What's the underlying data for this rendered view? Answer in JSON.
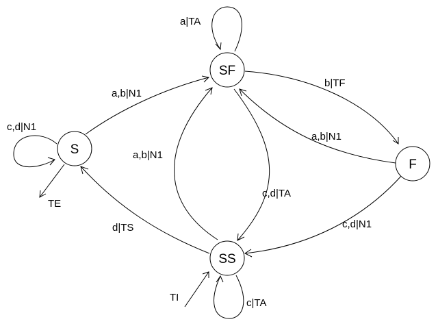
{
  "states": {
    "S": "S",
    "SF": "SF",
    "F": "F",
    "SS": "SS"
  },
  "transitions": {
    "sf_self": "a|TA",
    "s_to_sf": "a,b|N1",
    "sf_to_f": "b|TF",
    "s_self": "c,d|N1",
    "f_to_sf": "a,b|N1",
    "ss_to_sf": "a,b|N1",
    "sf_to_ss": "c,d|TA",
    "s_exit": "TE",
    "ss_to_s": "d|TS",
    "f_to_ss": "c,d|N1",
    "ss_entry": "TI",
    "ss_self": "c|TA"
  }
}
